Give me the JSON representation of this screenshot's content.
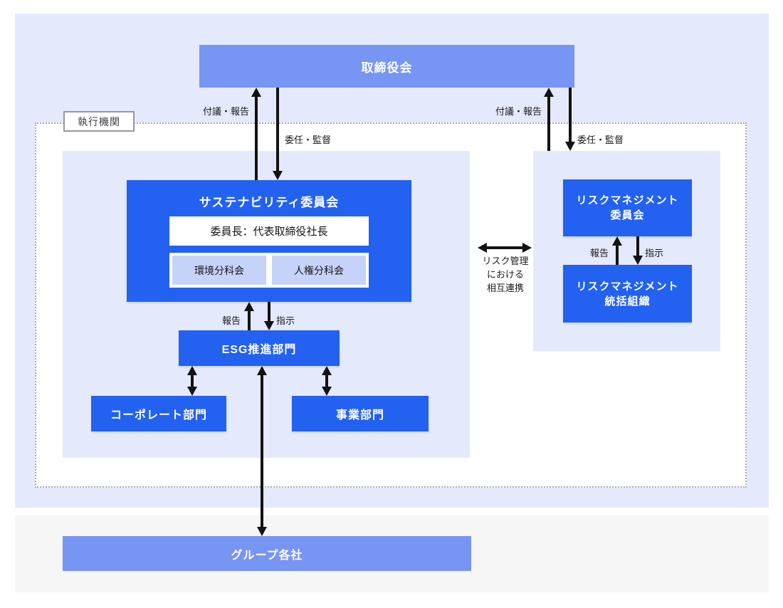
{
  "diagram": {
    "board": {
      "label": "取締役会"
    },
    "executive_section_label": "執行機関",
    "sustainability": {
      "committee_title": "サステナビリティ委員会",
      "chairperson": "委員長：代表取締役社長",
      "subcommittees": [
        "環境分科会",
        "人権分科会"
      ],
      "esg_department": "ESG推進部門",
      "corporate_department": "コーポレート部門",
      "business_department": "事業部門"
    },
    "risk": {
      "committee_lines": [
        "リスクマネジメント",
        "委員会"
      ],
      "organization_lines": [
        "リスクマネジメント",
        "統括組織"
      ]
    },
    "group_companies": "グループ各社",
    "edge_labels": {
      "board_left_up": "付議・報告",
      "board_left_down": "委任・監督",
      "board_right_up": "付議・報告",
      "board_right_down": "委任・監督",
      "esg_up": "報告",
      "esg_down": "指示",
      "risk_up": "報告",
      "risk_down": "指示",
      "mutual_cooperation_lines": [
        "リスク管理",
        "における",
        "相互連携"
      ]
    },
    "colors": {
      "primary_blue": "#2361F0",
      "bar_blue": "#7795F3",
      "panel_lavender": "#E4E9FB",
      "subcommittee_fill": "#C5D3F8",
      "band_gray": "#F6F6F7",
      "arrow_black": "#131313"
    }
  }
}
